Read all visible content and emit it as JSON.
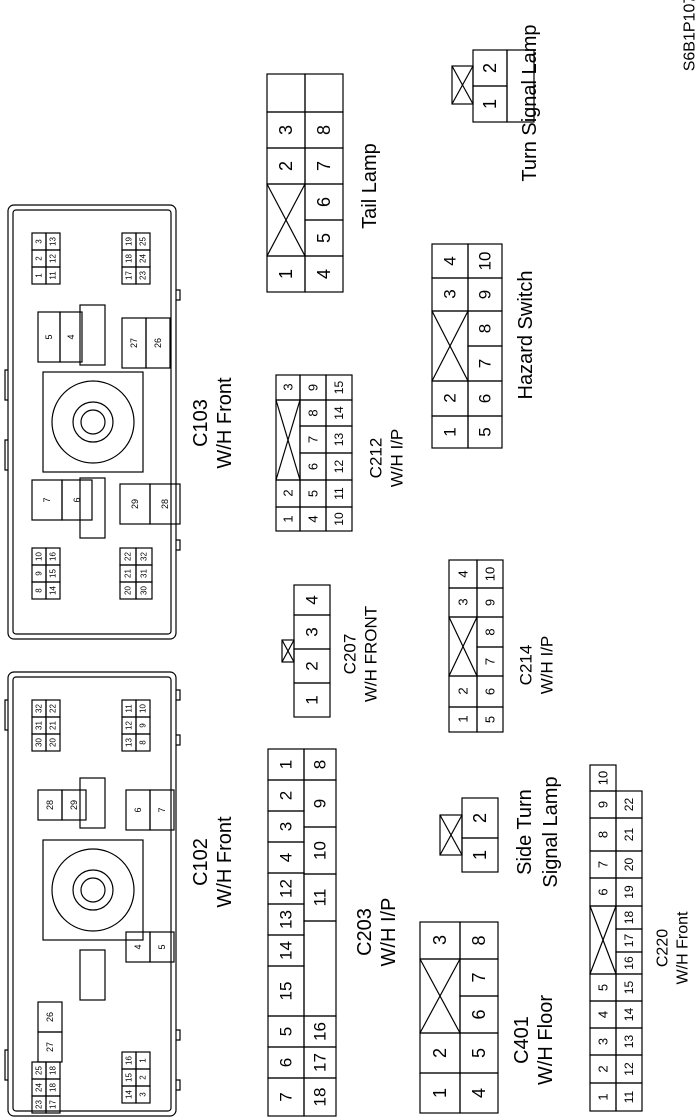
{
  "figure_id": "S6B1P107",
  "labels": {
    "c102": [
      "C102",
      "W/H Front"
    ],
    "c103": [
      "C103",
      "W/H Front"
    ],
    "c203": [
      "C203",
      "W/H I/P"
    ],
    "c207": [
      "C207",
      "W/H FRONT"
    ],
    "c212": [
      "C212",
      "W/H I/P"
    ],
    "c214": [
      "C214",
      "W/H I/P"
    ],
    "c220": [
      "C220",
      "W/H Front"
    ],
    "c401": [
      "C401",
      "W/H Floor"
    ],
    "side_turn": [
      "Side Turn",
      "Signal Lamp"
    ],
    "hazard": [
      "Hazard Switch"
    ],
    "tail": [
      "Tail Lamp"
    ],
    "turn": [
      "Turn Signal Lamp"
    ]
  },
  "c102_pins": {
    "g1": [
      [
        "23",
        "24",
        "25"
      ],
      [
        "17",
        "18",
        "18"
      ]
    ],
    "g2": [
      [
        "14",
        "15",
        "16"
      ],
      [
        "3",
        "2",
        "1"
      ]
    ],
    "g3": [
      [
        "26",
        "27"
      ]
    ],
    "g4": [
      [
        "4",
        "5"
      ]
    ],
    "g5": [
      [
        "28",
        "29"
      ]
    ],
    "g6": [
      [
        "6",
        "7"
      ]
    ],
    "g7": [
      [
        "30",
        "31",
        "32"
      ],
      [
        "20",
        "21",
        "22"
      ]
    ],
    "g8": [
      [
        "13",
        "12",
        "11"
      ],
      [
        "8",
        "9",
        "10"
      ]
    ]
  },
  "c103_pins": {
    "g1": [
      [
        "3",
        "2",
        "1"
      ],
      [
        "13",
        "12",
        "11"
      ]
    ],
    "g2": [
      [
        "19",
        "18",
        "17"
      ],
      [
        "25",
        "24",
        "23"
      ]
    ],
    "g3": [
      [
        "5",
        "4"
      ]
    ],
    "g4": [
      [
        "27",
        "26"
      ]
    ],
    "g5": [
      [
        "7",
        "6"
      ]
    ],
    "g6": [
      [
        "29",
        "28"
      ]
    ],
    "g7": [
      [
        "10",
        "9",
        "8"
      ],
      [
        "16",
        "15",
        "14"
      ]
    ],
    "g8": [
      [
        "22",
        "21",
        "20"
      ],
      [
        "32",
        "31",
        "30"
      ]
    ]
  },
  "c203_pins": {
    "row1": [
      "1",
      "2",
      "3",
      "4",
      "12",
      "13",
      "14",
      "15",
      "5",
      "6",
      "7"
    ],
    "row2": [
      "8",
      "9",
      "10",
      "11",
      "16",
      "17",
      "18"
    ]
  },
  "c207_pins": [
    "1",
    "2",
    "3",
    "4"
  ],
  "c212_pins": {
    "row1": [
      "1",
      "2",
      "3"
    ],
    "row2": [
      "4",
      "5",
      "6",
      "7",
      "8",
      "9"
    ],
    "row3": [
      "10",
      "11",
      "12",
      "13",
      "14",
      "15"
    ]
  },
  "c214_pins": {
    "row1": [
      "1",
      "2",
      "3",
      "4"
    ],
    "row2": [
      "5",
      "6",
      "7",
      "8",
      "9",
      "10"
    ]
  },
  "c220_pins": {
    "row1": [
      "1",
      "2",
      "3",
      "4",
      "5",
      "6",
      "7",
      "8",
      "9",
      "10"
    ],
    "row2": [
      "11",
      "12",
      "13",
      "14",
      "15",
      "16",
      "17",
      "18",
      "19",
      "20",
      "21",
      "22"
    ]
  },
  "c401_pins": {
    "row1": [
      "1",
      "2",
      "3"
    ],
    "row2": [
      "4",
      "5",
      "6",
      "7",
      "8"
    ]
  },
  "side_turn_pins": [
    "1",
    "2"
  ],
  "hazard_pins": {
    "row1": [
      "1",
      "2",
      "3",
      "4"
    ],
    "row2": [
      "5",
      "6",
      "7",
      "8",
      "9",
      "10"
    ]
  },
  "tail_pins": {
    "row1": [
      "1",
      "2",
      "3"
    ],
    "row2": [
      "4",
      "5",
      "6",
      "7",
      "8"
    ]
  },
  "turn_pins": [
    "1",
    "2"
  ]
}
